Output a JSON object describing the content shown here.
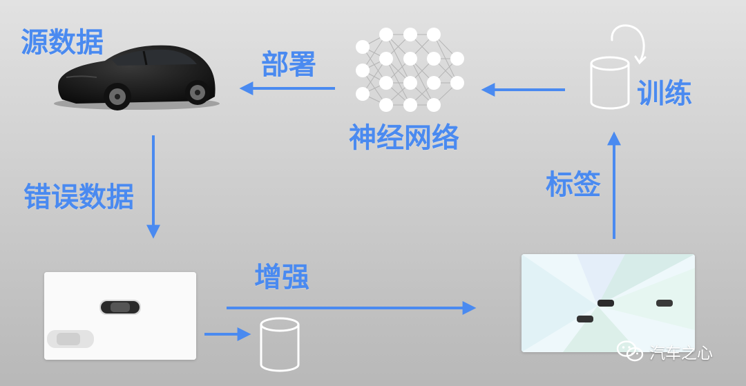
{
  "labels": {
    "source_data": "源数据",
    "deploy": "部署",
    "neural_network": "神经网络",
    "train": "训练",
    "error_data": "错误数据",
    "label": "标签",
    "augment": "增强"
  },
  "watermark": {
    "text": "汽车之心"
  },
  "colors": {
    "accent": "#4a8af0",
    "background": "#cfcfcf"
  },
  "icons": [
    "suv-car-icon",
    "neural-network-icon",
    "database-cylinder-icon",
    "loop-arrow-icon",
    "top-view-car-icon",
    "wechat-icon"
  ]
}
